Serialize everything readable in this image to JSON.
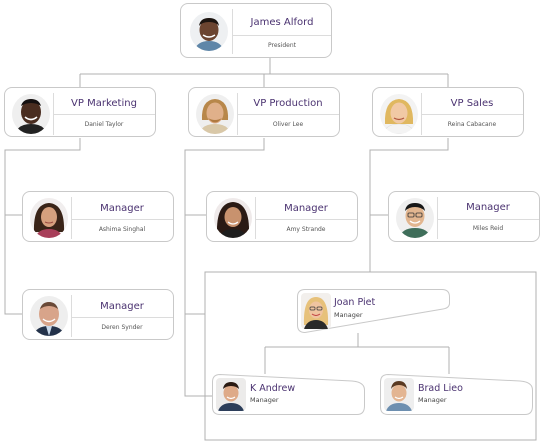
{
  "org": {
    "president": {
      "title": "James Alford",
      "subtitle": "President"
    },
    "vp_marketing": {
      "title": "VP Marketing",
      "subtitle": "Daniel Taylor"
    },
    "vp_production": {
      "title": "VP Production",
      "subtitle": "Oliver Lee"
    },
    "vp_sales": {
      "title": "VP Sales",
      "subtitle": "Reina Cabacane"
    },
    "mgr_ashima": {
      "title": "Manager",
      "subtitle": "Ashima Singhal"
    },
    "mgr_deren": {
      "title": "Manager",
      "subtitle": "Deren Synder"
    },
    "mgr_amy": {
      "title": "Manager",
      "subtitle": "Amy Strande"
    },
    "mgr_miles": {
      "title": "Manager",
      "subtitle": "Miles Reid"
    },
    "joan": {
      "title": "Joan Piet",
      "subtitle": "Manager"
    },
    "kandrew": {
      "title": "K Andrew",
      "subtitle": "Manager"
    },
    "bradlieo": {
      "title": "Brad Lieo",
      "subtitle": "Manager"
    }
  },
  "colors": {
    "title_text": "#4a3270",
    "connector": "#b0b0b0",
    "card_border": "#c9c9c9"
  }
}
